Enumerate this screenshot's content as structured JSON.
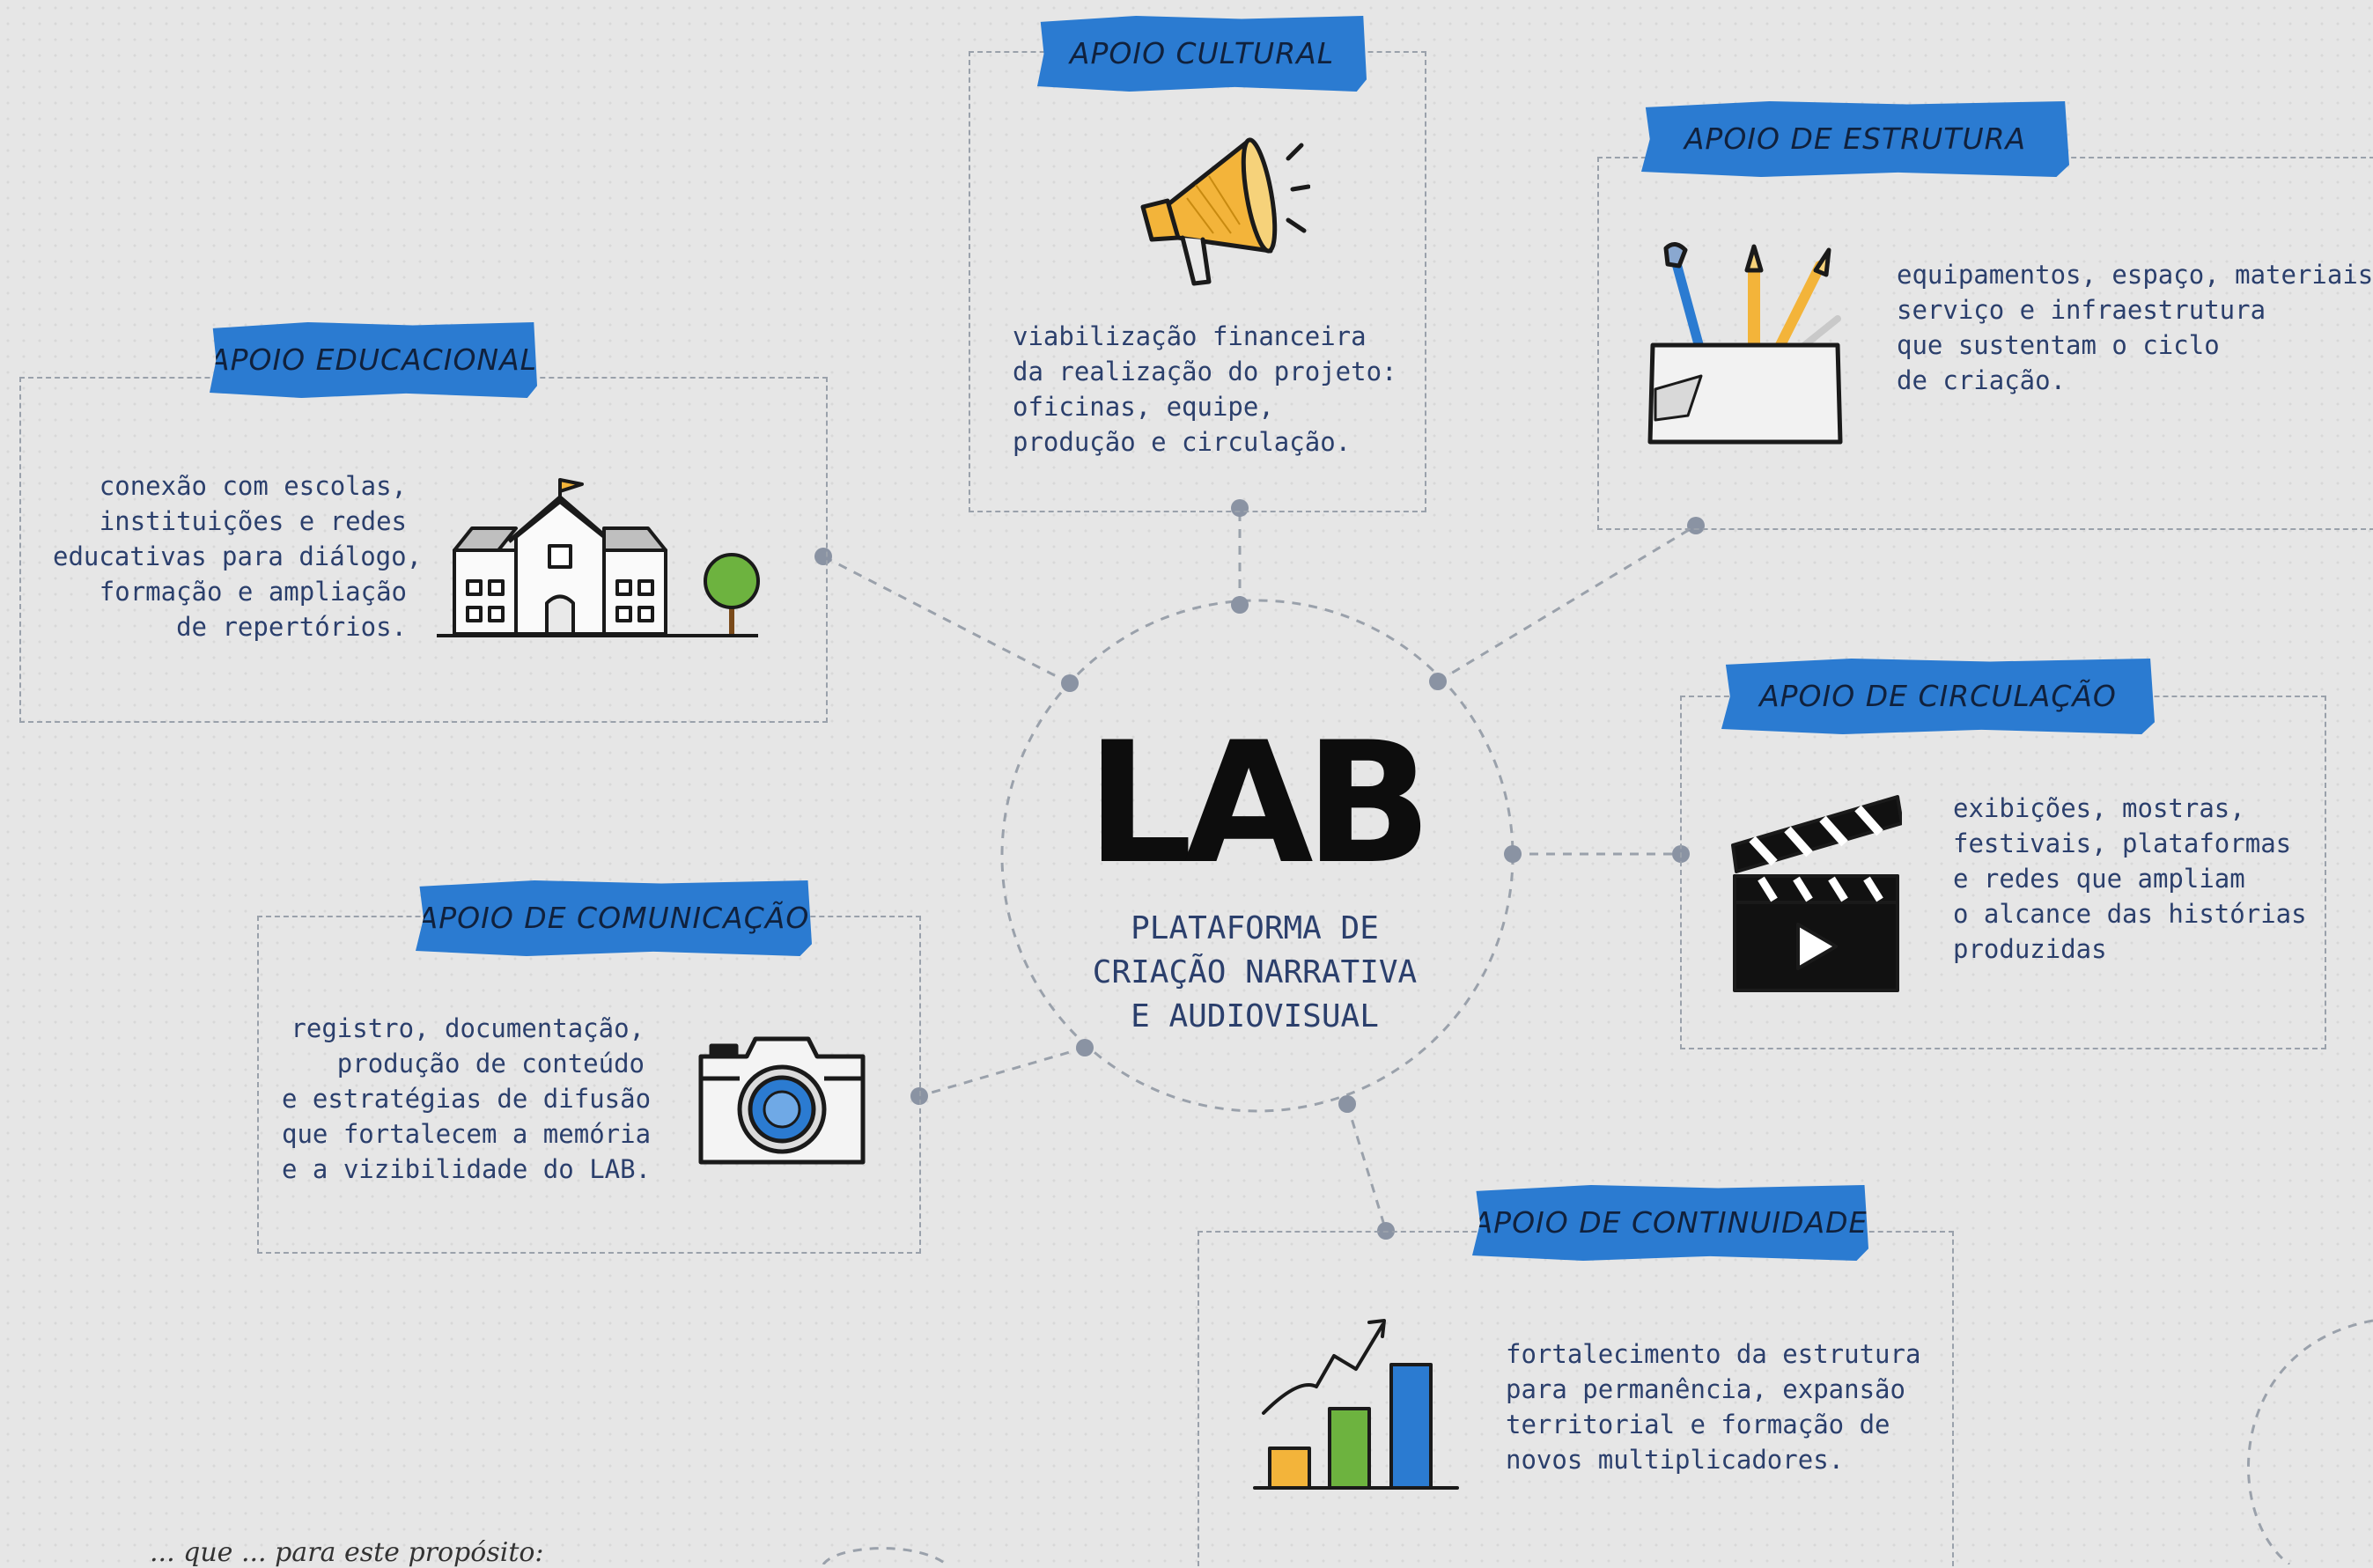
{
  "hub": {
    "logo": "LAB",
    "subtitle": "PLATAFORMA DE\nCRIAÇÃO NARRATIVA\nE AUDIOVISUAL"
  },
  "nodes": {
    "cultural": {
      "title": "APOIO CULTURAL",
      "text": "viabilização financeira\nda realização do projeto:\noficinas, equipe,\nprodução e circulação.",
      "icon": "megaphone-icon"
    },
    "estrutura": {
      "title": "APOIO DE ESTRUTURA",
      "text": "equipamentos, espaço, materiais,\nserviço e infraestrutura\nque sustentam o ciclo\nde criação.",
      "icon": "tools-box-icon"
    },
    "educacional": {
      "title": "APOIO EDUCACIONAL",
      "text": "conexão com escolas,\ninstituições e redes\neducativas para diálogo,\nformação e ampliação\nde repertórios.",
      "icon": "school-icon"
    },
    "circulacao": {
      "title": "APOIO DE CIRCULAÇÃO",
      "text": "exibições, mostras,\nfestivais, plataformas\ne redes que ampliam\no alcance das histórias\nproduzidas",
      "icon": "clapperboard-icon"
    },
    "comunicacao": {
      "title": "APOIO DE COMUNICAÇÃO",
      "text": "registro, documentação,\nprodução de conteúdo\ne estratégias de difusão\nque fortalecem a memória\ne a vizibilidade do LAB.",
      "icon": "camera-icon"
    },
    "continuidade": {
      "title": "APOIO DE CONTINUIDADE",
      "text": "fortalecimento da estrutura\npara permanência, expansão\nterritorial e formação de\nnovos multiplicadores.",
      "icon": "growth-chart-icon"
    }
  },
  "footnote": "... que ... para este propósito:",
  "colors": {
    "tape": "#2b7bd1",
    "text": "#2b3f6c",
    "dashed": "#9aa1ab",
    "dots": "#8a93a3"
  }
}
